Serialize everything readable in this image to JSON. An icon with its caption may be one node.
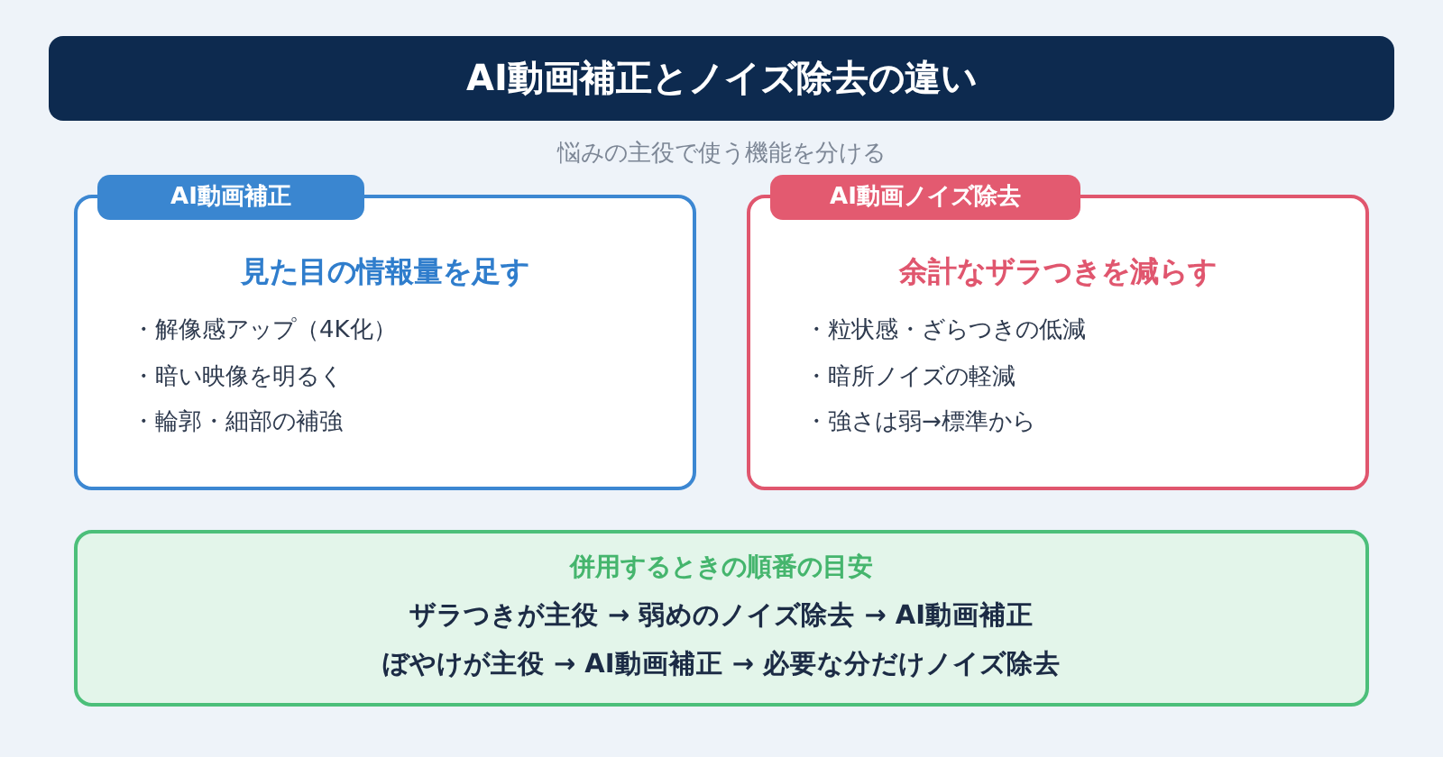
{
  "diagram": {
    "title": "AI動画補正とノイズ除去の違い",
    "nodes": [
      {
        "text": [
          "AI動画補正",
          "見た目の情報量を足す",
          "・解像感アップ（4K化）",
          "・暗い映像を明るく",
          "・輪郭・細部の補強"
        ]
      },
      {
        "text": [
          "AI動画ノイズ除去",
          "余計なザラつきを減らす",
          "・粒状感・ざらつきの低減",
          "・暗所ノイズの軽減",
          "・強さは弱→標準から"
        ]
      },
      {
        "text": [
          "併用するときの順番の目安",
          "ザラつきが主役 → 弱めのノイズ除去 → AI動画補正",
          "ぼやけが主役 → AI動画補正 → 必要な分だけノイズ除去"
        ]
      }
    ],
    "labels": [
      "悩みの主役で使う機能を分ける"
    ]
  }
}
